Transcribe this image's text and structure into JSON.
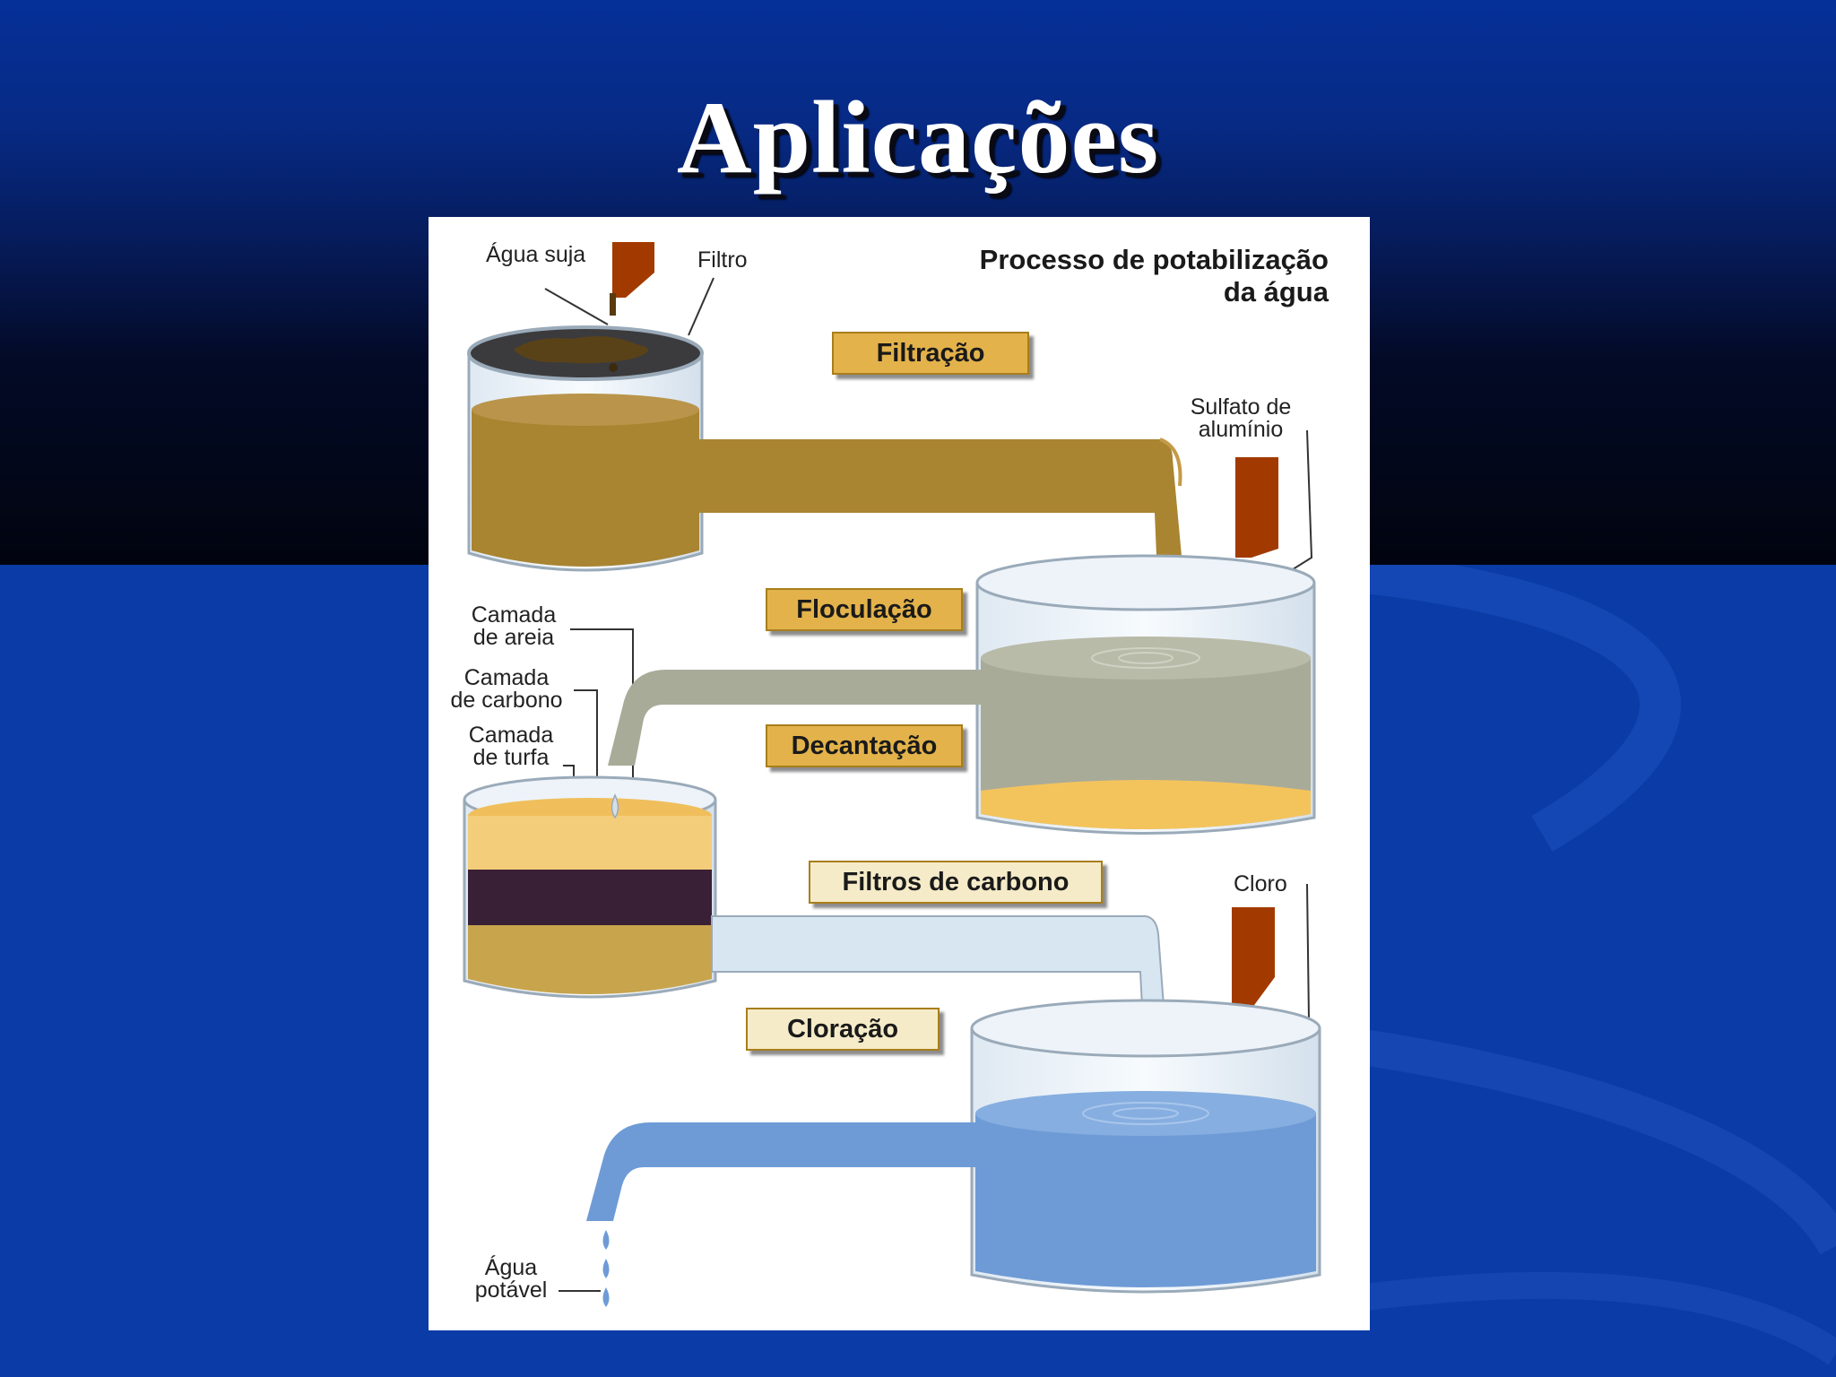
{
  "slide": {
    "title": "Aplicações"
  },
  "diagram": {
    "title_line1": "Processo de potabilização",
    "title_line2": "da água",
    "labels": {
      "agua_suja": "Água suja",
      "filtro": "Filtro",
      "sulfato_line1": "Sulfato de",
      "sulfato_line2": "alumínio",
      "areia_line1": "Camada",
      "areia_line2": "de areia",
      "carbono_line1": "Camada",
      "carbono_line2": "de carbono",
      "turfa_line1": "Camada",
      "turfa_line2": "de turfa",
      "cloro": "Cloro",
      "potavel_line1": "Água",
      "potavel_line2": "potável"
    },
    "stages": {
      "filtracao": "Filtração",
      "floculacao": "Floculação",
      "decantacao": "Decantação",
      "filtros_carbono": "Filtros de carbono",
      "cloracao": "Cloração"
    }
  },
  "colors": {
    "background": "#0a3ba6",
    "dirty_water": "#a98431",
    "floc_water": "#a9ab99",
    "sediment": "#f4c45c",
    "clean_water": "#6e9bd6",
    "dispenser": "#a23a00",
    "label_box": "#e3b24a"
  }
}
